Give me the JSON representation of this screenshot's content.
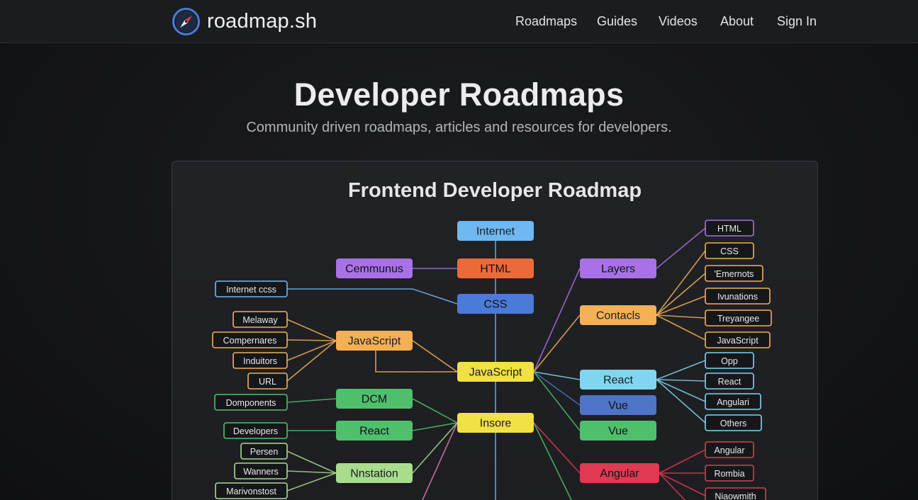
{
  "brand": {
    "name": "roadmap.sh",
    "icon": "compass-icon"
  },
  "nav": {
    "items": [
      {
        "id": "roadmaps",
        "label": "Roadmaps"
      },
      {
        "id": "guides",
        "label": "Guides"
      },
      {
        "id": "videos",
        "label": "Videos"
      },
      {
        "id": "about",
        "label": "About"
      },
      {
        "id": "sign-in",
        "label": "Sign In"
      }
    ]
  },
  "hero": {
    "title": "Developer Roadmaps",
    "subtitle": "Community driven roadmaps, articles and resources for developers."
  },
  "roadmap": {
    "title": "Frontend Developer Roadmap",
    "colors": {
      "blue": "#6fb8f2",
      "orange": "#ec6a3a",
      "purple": "#a872e6",
      "steel": "#4c7ad8",
      "yellow": "#f1e046",
      "amber": "#f4b055",
      "green": "#4fbf6c",
      "lightgreen": "#a9dc8c",
      "cyan": "#7fd6ee",
      "royal": "#4f74c6",
      "red": "#df3a52"
    },
    "nodes": [
      {
        "id": "internet",
        "label": "Internet",
        "color": "blue"
      },
      {
        "id": "html",
        "label": "HTML",
        "color": "orange"
      },
      {
        "id": "css",
        "label": "CSS",
        "color": "steel"
      },
      {
        "id": "javascript",
        "label": "JavaScript",
        "color": "yellow"
      },
      {
        "id": "insore",
        "label": "Insore",
        "color": "yellow"
      },
      {
        "id": "cemmunus",
        "label": "Cemmunus",
        "color": "purple"
      },
      {
        "id": "javascript-left",
        "label": "JavaScript",
        "color": "amber"
      },
      {
        "id": "dcm",
        "label": "DCM",
        "color": "green"
      },
      {
        "id": "react-left",
        "label": "React",
        "color": "green"
      },
      {
        "id": "nnstation",
        "label": "Nnstation",
        "color": "lightgreen"
      },
      {
        "id": "layers",
        "label": "Layers",
        "color": "purple"
      },
      {
        "id": "contacls",
        "label": "Contacls",
        "color": "amber"
      },
      {
        "id": "react-right",
        "label": "React",
        "color": "cyan"
      },
      {
        "id": "vue-1",
        "label": "Vue",
        "color": "royal"
      },
      {
        "id": "vue-2",
        "label": "Vue",
        "color": "green"
      },
      {
        "id": "angular",
        "label": "Angular",
        "color": "red"
      }
    ],
    "leaves": [
      {
        "id": "internet-access",
        "label": "Internet ссss",
        "color": "blue"
      },
      {
        "id": "melaway",
        "label": "Melaway",
        "color": "amber"
      },
      {
        "id": "compernares",
        "label": "Compernares",
        "color": "amber"
      },
      {
        "id": "induitors",
        "label": "Induitors",
        "color": "amber"
      },
      {
        "id": "url",
        "label": "URL",
        "color": "amber"
      },
      {
        "id": "domponents",
        "label": "Domponents",
        "color": "green"
      },
      {
        "id": "developers",
        "label": "Developers",
        "color": "green"
      },
      {
        "id": "persen",
        "label": "Persen",
        "color": "lightgreen"
      },
      {
        "id": "wanners",
        "label": "Wanners",
        "color": "lightgreen"
      },
      {
        "id": "marivonstost",
        "label": "Marivonstost",
        "color": "lightgreen"
      },
      {
        "id": "r-html",
        "label": "HTML",
        "color": "purple"
      },
      {
        "id": "r-css",
        "label": "CSS",
        "color": "amber"
      },
      {
        "id": "r-emernots",
        "label": "'Emernots",
        "color": "amber"
      },
      {
        "id": "r-ivunations",
        "label": "Ivunations",
        "color": "amber"
      },
      {
        "id": "r-treyangee",
        "label": "Treyangee",
        "color": "amber"
      },
      {
        "id": "r-javascript",
        "label": "JavaScript",
        "color": "amber"
      },
      {
        "id": "r-opp",
        "label": "Opp",
        "color": "cyan"
      },
      {
        "id": "r-react",
        "label": "React",
        "color": "cyan"
      },
      {
        "id": "r-angulari",
        "label": "Angulari",
        "color": "cyan"
      },
      {
        "id": "r-others",
        "label": "Others",
        "color": "cyan"
      },
      {
        "id": "r-angular",
        "label": "Angular",
        "color": "red"
      },
      {
        "id": "r-rombia",
        "label": "Rombia",
        "color": "red"
      },
      {
        "id": "r-niaowmith",
        "label": "Niaowmith",
        "color": "red"
      }
    ]
  }
}
